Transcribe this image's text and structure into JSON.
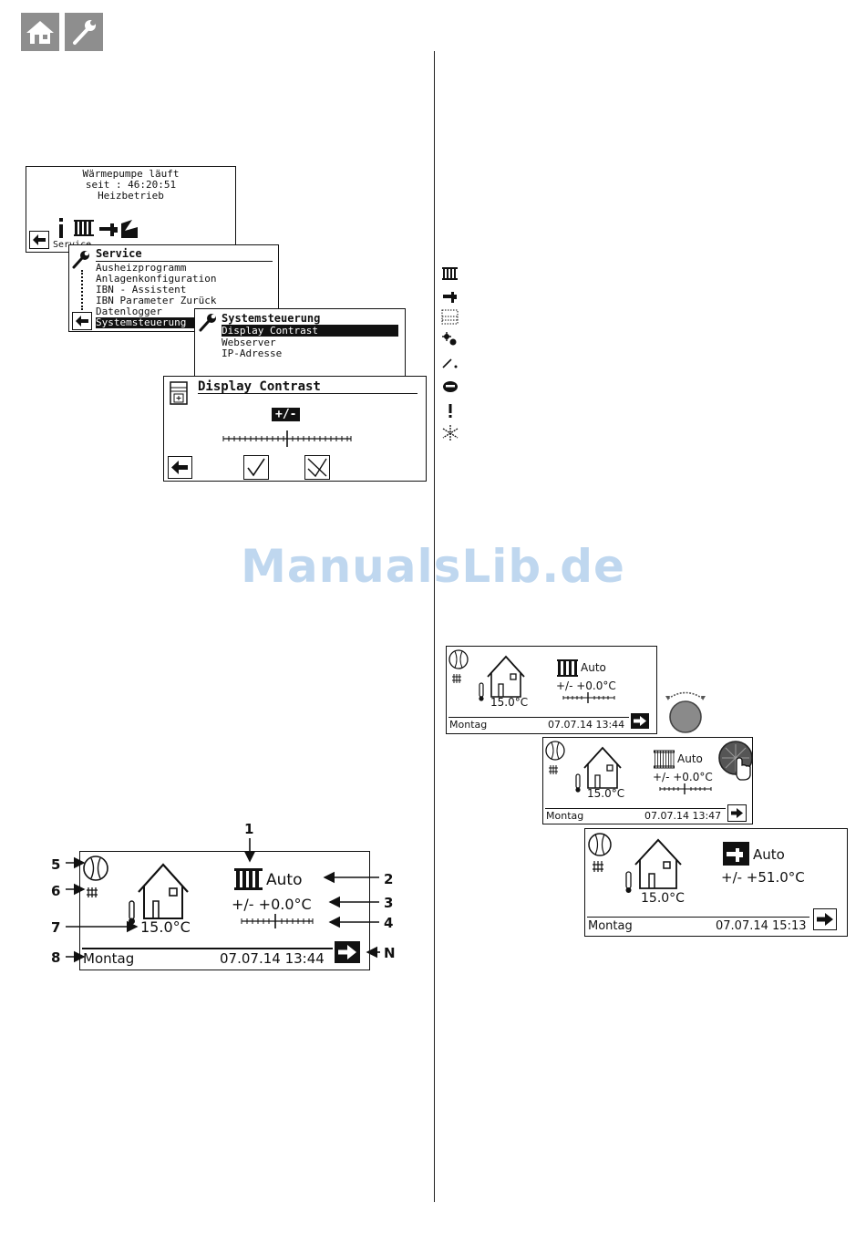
{
  "header": {
    "icons": [
      "house-icon",
      "wrench-icon"
    ]
  },
  "watermark": "ManualsLib.de",
  "screen1": {
    "line1": "Wärmepumpe läuft",
    "line2": "seit  :  46:20:51",
    "line3": "Heizbetrieb",
    "service_label": "Service"
  },
  "service_menu": {
    "title": "Service",
    "items": [
      "Ausheizprogramm",
      "Anlagenkonfiguration",
      "IBN - Assistent",
      "IBN Parameter Zurück",
      "Datenlogger",
      "Systemsteuerung"
    ],
    "selected_index": 5
  },
  "system_menu": {
    "title": "Systemsteuerung",
    "items": [
      "Display Contrast",
      "Webserver",
      "IP-Adresse"
    ],
    "selected_index": 0
  },
  "contrast_dialog": {
    "title": "Display Contrast",
    "pm_label": "+/-"
  },
  "main_screen": {
    "temperature": "15.0°C",
    "mode": "Auto",
    "offset": "+/-  +0.0°C",
    "day": "Montag",
    "datetime": "07.07.14  13:44",
    "callouts": [
      "1",
      "2",
      "3",
      "4",
      "5",
      "6",
      "7",
      "8",
      "N"
    ]
  },
  "sequence": {
    "s1": {
      "temperature": "15.0°C",
      "mode": "Auto",
      "offset": "+/-  +0.0°C",
      "day": "Montag",
      "datetime": "07.07.14  13:44"
    },
    "s2": {
      "temperature": "15.0°C",
      "mode": "Auto",
      "offset": "+/-  +0.0°C",
      "day": "Montag",
      "datetime": "07.07.14  13:47"
    },
    "s3": {
      "temperature": "15.0°C",
      "mode": "Auto",
      "offset": "+/-  +51.0°C",
      "day": "Montag",
      "datetime": "07.07.14  15:13"
    }
  },
  "legend_icons": [
    "radiator-icon",
    "tap-icon",
    "pool-icon",
    "cooling-icon",
    "solar-icon",
    "pv-icon",
    "warning-icon",
    "defrost-icon"
  ]
}
